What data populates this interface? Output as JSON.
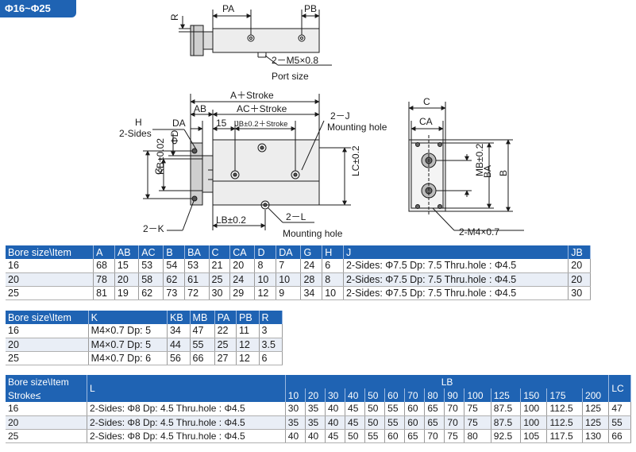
{
  "header": {
    "title": "Φ16~Φ25"
  },
  "drawing": {
    "labels": {
      "pa": "PA",
      "pb": "PB",
      "r": "R",
      "port_spec": "2－M5×0.8",
      "port_caption": "Port size",
      "a_stroke": "A＋Stroke",
      "ab": "AB",
      "ac_stroke": "AC＋Stroke",
      "da": "DA",
      "h": "H",
      "two_sides": "2-Sides",
      "d_dim": "15",
      "jb": "JB±0.2＋Stroke",
      "j_spec": "2－J",
      "mounting_hole": "Mounting hole",
      "phi_d": "ΦD",
      "kb": "KB±0.02",
      "g": "G",
      "lc": "LC±0.2",
      "k_spec": "2－K",
      "lb": "LB±0.2",
      "l_spec": "2－L",
      "c": "C",
      "ca": "CA",
      "mb": "MB±0.2",
      "ba": "BA",
      "b": "B",
      "m4_spec": "2-M4×0.7"
    }
  },
  "table1": {
    "headers": [
      "Bore size\\Item",
      "A",
      "AB",
      "AC",
      "B",
      "BA",
      "C",
      "CA",
      "D",
      "DA",
      "G",
      "H",
      "J",
      "JB"
    ],
    "rows": [
      [
        "16",
        "68",
        "15",
        "53",
        "54",
        "53",
        "21",
        "20",
        "8",
        "7",
        "24",
        "6",
        "2-Sides: Φ7.5 Dp: 7.5 Thru.hole : Φ4.5",
        "20"
      ],
      [
        "20",
        "78",
        "20",
        "58",
        "62",
        "61",
        "25",
        "24",
        "10",
        "10",
        "28",
        "8",
        "2-Sides: Φ7.5 Dp: 7.5 Thru.hole : Φ4.5",
        "20"
      ],
      [
        "25",
        "81",
        "19",
        "62",
        "73",
        "72",
        "30",
        "29",
        "12",
        "9",
        "34",
        "10",
        "2-Sides: Φ7.5 Dp: 7.5 Thru.hole : Φ4.5",
        "30"
      ]
    ]
  },
  "table2": {
    "headers": [
      "Bore size\\Item",
      "K",
      "KB",
      "MB",
      "PA",
      "PB",
      "R"
    ],
    "rows": [
      [
        "16",
        "M4×0.7 Dp: 5",
        "34",
        "47",
        "22",
        "11",
        "3"
      ],
      [
        "20",
        "M4×0.7 Dp: 5",
        "44",
        "55",
        "25",
        "12",
        "3.5"
      ],
      [
        "25",
        "M4×0.7 Dp: 6",
        "56",
        "66",
        "27",
        "12",
        "6"
      ]
    ]
  },
  "table3": {
    "header_line1": "Bore size\\Item",
    "header_line2": "Stroke≤",
    "l_header": "L",
    "lb_header": "LB",
    "lc_header": "LC",
    "strokes": [
      "10",
      "20",
      "30",
      "40",
      "50",
      "60",
      "70",
      "80",
      "90",
      "100",
      "125",
      "150",
      "175",
      "200"
    ],
    "rows": [
      {
        "bore": "16",
        "l": "2-Sides: Φ8 Dp: 4.5 Thru.hole : Φ4.5",
        "lb": [
          "30",
          "35",
          "40",
          "45",
          "50",
          "55",
          "60",
          "65",
          "70",
          "75",
          "87.5",
          "100",
          "112.5",
          "125"
        ],
        "lc": "47"
      },
      {
        "bore": "20",
        "l": "2-Sides: Φ8 Dp: 4.5 Thru.hole : Φ4.5",
        "lb": [
          "35",
          "35",
          "40",
          "45",
          "50",
          "55",
          "60",
          "65",
          "70",
          "75",
          "87.5",
          "100",
          "112.5",
          "125"
        ],
        "lc": "55"
      },
      {
        "bore": "25",
        "l": "2-Sides: Φ8 Dp: 4.5 Thru.hole : Φ4.5",
        "lb": [
          "40",
          "40",
          "45",
          "50",
          "55",
          "60",
          "65",
          "70",
          "75",
          "80",
          "92.5",
          "105",
          "117.5",
          "130"
        ],
        "lc": "66"
      }
    ]
  }
}
